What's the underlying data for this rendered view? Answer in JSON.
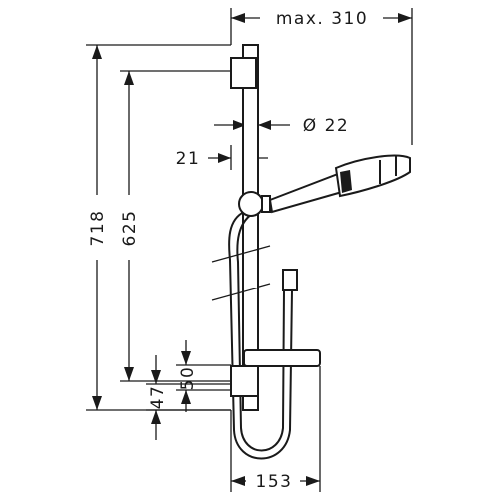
{
  "dimensions": {
    "max_width": "max. 310",
    "diameter": "Ø 22",
    "offset": "21",
    "total_height": "718",
    "rail_height": "625",
    "shelf_height": "50",
    "bracket_offset": "47",
    "base_width": "153"
  }
}
